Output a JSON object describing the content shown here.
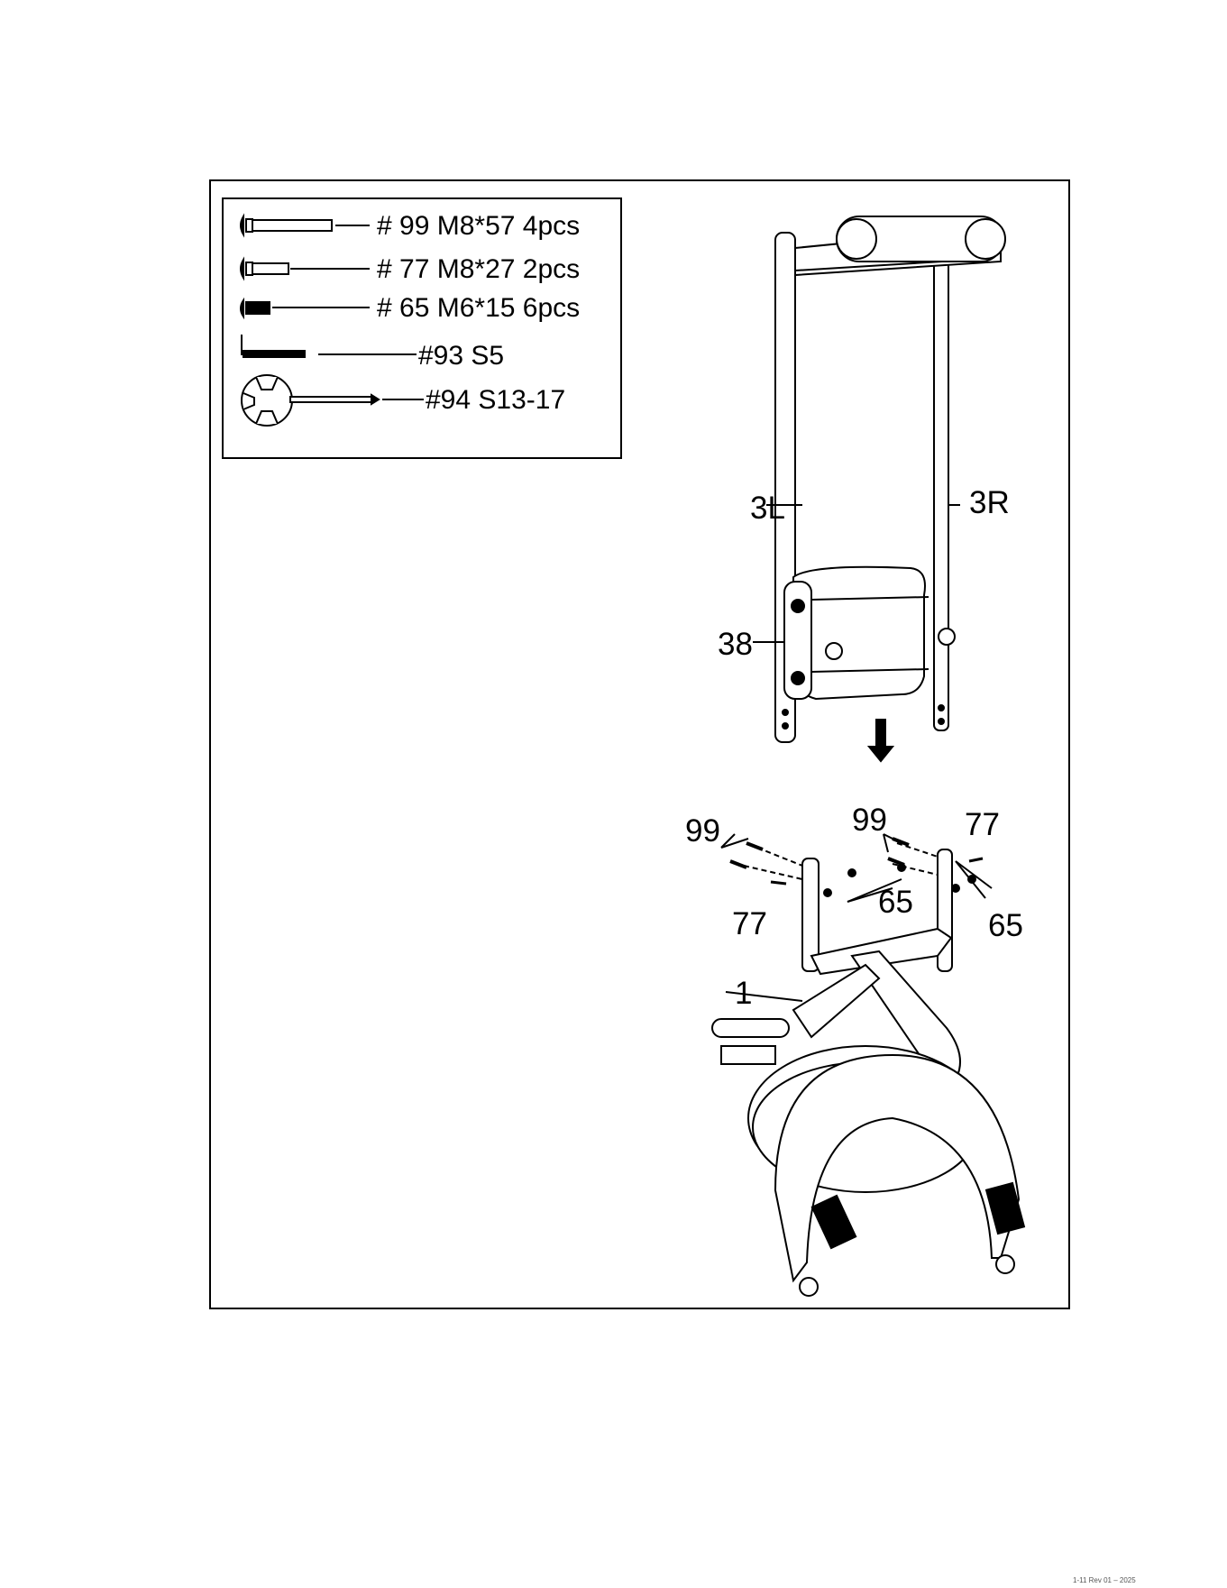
{
  "hardware": [
    {
      "label": "# 99 M8*57 4pcs"
    },
    {
      "label": "# 77 M8*27 2pcs"
    },
    {
      "label": "# 65 M6*15 6pcs"
    },
    {
      "label": "#93 S5"
    },
    {
      "label": "#94 S13-17"
    }
  ],
  "callouts": {
    "c3l": "3L",
    "c3r": "3R",
    "c38": "38",
    "c99a": "99",
    "c99b": "99",
    "c77a": "77",
    "c77b": "77",
    "c65a": "65",
    "c65b": "65",
    "c1": "1"
  },
  "footer": "1-11 Rev 01 – 2025"
}
